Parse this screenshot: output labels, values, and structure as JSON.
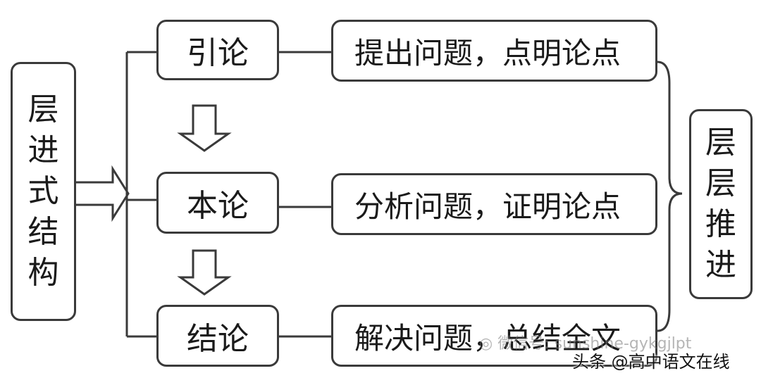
{
  "left": {
    "chars": [
      "层",
      "进",
      "式",
      "结",
      "构"
    ]
  },
  "right": {
    "chars": [
      "层",
      "层",
      "推",
      "进"
    ]
  },
  "nodes": [
    {
      "label": "引论",
      "desc": "提出问题，点明论点"
    },
    {
      "label": "本论",
      "desc": "分析问题，证明论点"
    },
    {
      "label": "结论",
      "desc": "解决问题，总结全文"
    }
  ],
  "watermark": {
    "wechat": "微信号: sunshine-gykgjlpt",
    "toutiao": "头条 @高中语文在线"
  },
  "colors": {
    "stroke": "#3a3a3a",
    "text": "#1a1a1a"
  }
}
